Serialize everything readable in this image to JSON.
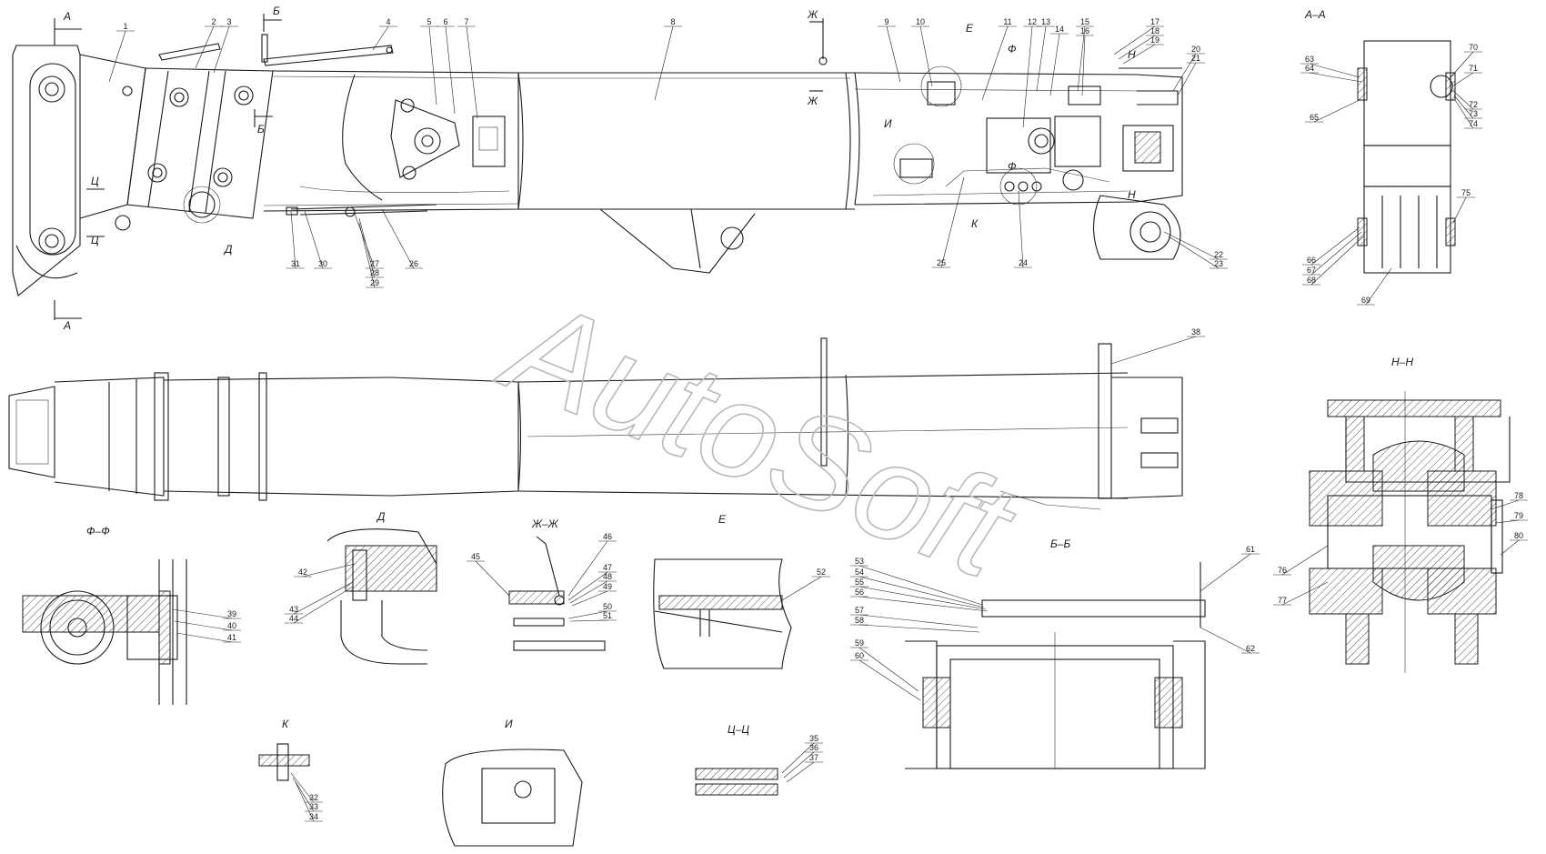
{
  "watermark": "AutoSoft",
  "section_labels": {
    "A_top": "А",
    "A_bot": "А",
    "B_top": "Б",
    "B_bot": "Б",
    "Zh_top": "Ж",
    "Zh_bot": "Ж",
    "Ts_top": "Ц",
    "Ts_bot": "Ц",
    "E": "Е",
    "I": "И",
    "K": "К",
    "F_top": "Ф",
    "F_bot": "Ф",
    "N_top": "Н",
    "N_bot": "Н",
    "D": "Д"
  },
  "view_titles": {
    "AA": "А–А",
    "NN": "Н–Н",
    "FF": "Ф–Ф",
    "D": "Д",
    "ZhZh": "Ж–Ж",
    "E": "Е",
    "BB": "Б–Б",
    "K": "К",
    "I": "И",
    "TsTs": "Ц–Ц"
  },
  "callouts": [
    "1",
    "2",
    "3",
    "4",
    "5",
    "6",
    "7",
    "8",
    "9",
    "10",
    "11",
    "12",
    "13",
    "14",
    "15",
    "16",
    "17",
    "18",
    "19",
    "20",
    "21",
    "22",
    "23",
    "24",
    "25",
    "26",
    "27",
    "28",
    "29",
    "30",
    "31",
    "32",
    "33",
    "34",
    "35",
    "36",
    "37",
    "38",
    "39",
    "40",
    "41",
    "42",
    "43",
    "44",
    "45",
    "46",
    "47",
    "48",
    "49",
    "50",
    "51",
    "52",
    "53",
    "54",
    "55",
    "56",
    "57",
    "58",
    "59",
    "60",
    "61",
    "62",
    "63",
    "64",
    "65",
    "66",
    "67",
    "68",
    "69",
    "70",
    "71",
    "72",
    "73",
    "74",
    "75",
    "76",
    "77",
    "78",
    "79",
    "80"
  ],
  "colors": {
    "line": "#1a1a1a",
    "watermark": "#b8b8b8",
    "background": "#ffffff"
  }
}
